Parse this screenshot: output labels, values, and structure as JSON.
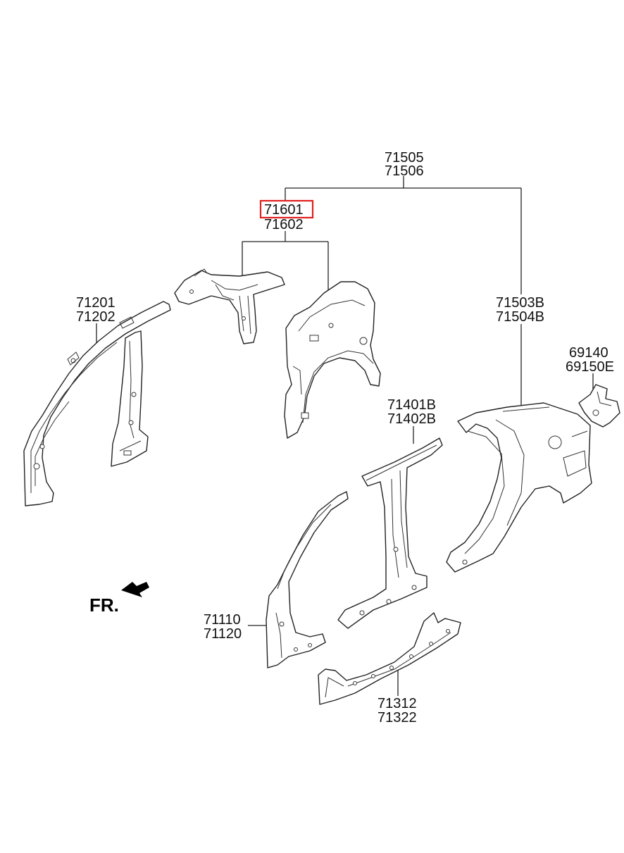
{
  "labels": {
    "p71505": "71505",
    "p71506": "71506",
    "p71601": "71601",
    "p71602": "71602",
    "p71201": "71201",
    "p71202": "71202",
    "p71503b": "71503B",
    "p71504b": "71504B",
    "p69140": "69140",
    "p69150e": "69150E",
    "p71401b": "71401B",
    "p71402b": "71402B",
    "p71110": "71110",
    "p71120": "71120",
    "p71312": "71312",
    "p71322": "71322",
    "fr": "FR."
  },
  "highlight": {
    "part": "71601",
    "color": "#e02020"
  }
}
